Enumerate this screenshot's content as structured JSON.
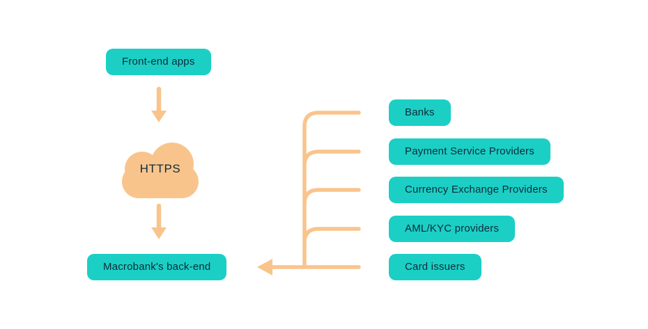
{
  "nodes": {
    "front_end": {
      "label": "Front-end apps"
    },
    "protocol": {
      "label": "HTTPS"
    },
    "backend": {
      "label": "Macrobank's back-end"
    }
  },
  "providers": [
    {
      "label": "Banks"
    },
    {
      "label": "Payment Service Providers"
    },
    {
      "label": "Currency Exchange Providers"
    },
    {
      "label": "AML/KYC providers"
    },
    {
      "label": "Card issuers"
    }
  ],
  "icons": {
    "cloud": "cloud-icon",
    "down_arrows": "down-arrow-icon",
    "left_arrow": "left-arrowhead-icon",
    "connector": "connector-tree"
  },
  "colors": {
    "node_fill": "#1bcfc5",
    "connector": "#f9c48c",
    "text": "#0d2b3a",
    "background": "#ffffff"
  }
}
